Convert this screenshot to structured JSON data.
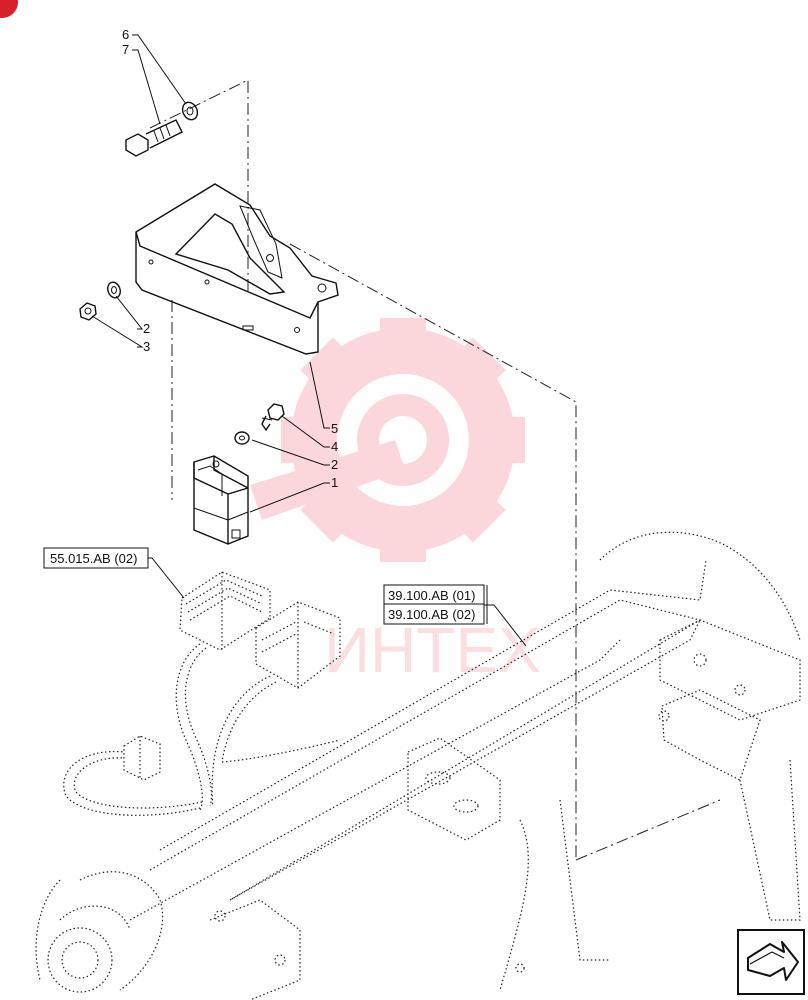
{
  "callouts": [
    "6",
    "7",
    "2",
    "3",
    "5",
    "4",
    "2",
    "1"
  ],
  "references": {
    "harness_ref": "55.015.AB (02)",
    "frame_ref_1": "39.100.AB (01)",
    "frame_ref_2": "39.100.AB (02)"
  },
  "watermark": {
    "text": "ИНТЕХ",
    "color": "#f04a5a"
  },
  "corner_badge_color": "#d6202c",
  "nav_icon": "next-page-arrow-icon"
}
